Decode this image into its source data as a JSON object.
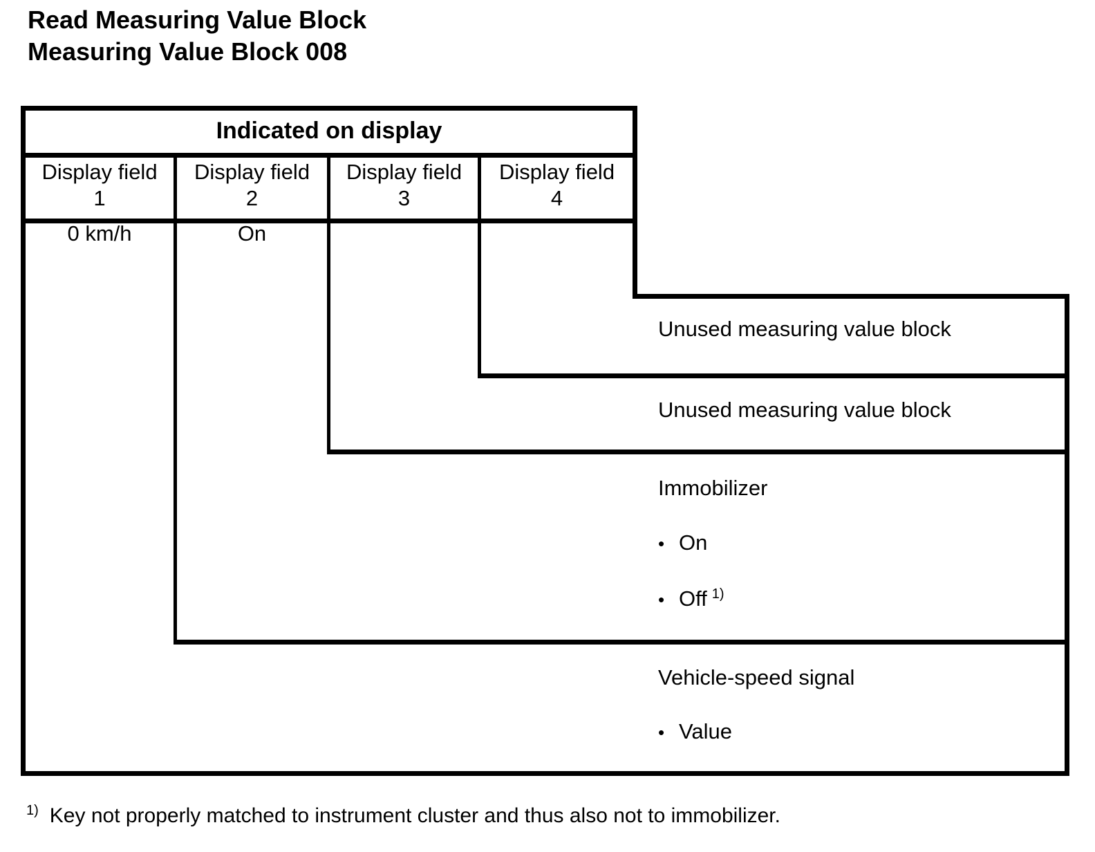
{
  "colors": {
    "ink": "#000000",
    "background": "#ffffff"
  },
  "title": {
    "line1": "Read Measuring Value Block",
    "line2": "Measuring Value Block 008"
  },
  "table": {
    "header": "Indicated on display",
    "columns": [
      {
        "label": "Display field",
        "number": "1",
        "value": "0 km/h"
      },
      {
        "label": "Display field",
        "number": "2",
        "value": "On"
      },
      {
        "label": "Display field",
        "number": "3",
        "value": ""
      },
      {
        "label": "Display field",
        "number": "4",
        "value": ""
      }
    ]
  },
  "legend": {
    "bullet": "•",
    "field4": {
      "label": "Unused measuring value block"
    },
    "field3": {
      "label": "Unused measuring value block"
    },
    "field2": {
      "label": "Immobilizer",
      "items": [
        {
          "text": "On"
        },
        {
          "text": "Off",
          "superscript": "1)"
        }
      ]
    },
    "field1": {
      "label": "Vehicle-speed signal",
      "items": [
        {
          "text": "Value"
        }
      ]
    }
  },
  "footnote": {
    "marker": "1)",
    "text": "Key not properly matched to instrument cluster and thus also not to immobilizer."
  }
}
